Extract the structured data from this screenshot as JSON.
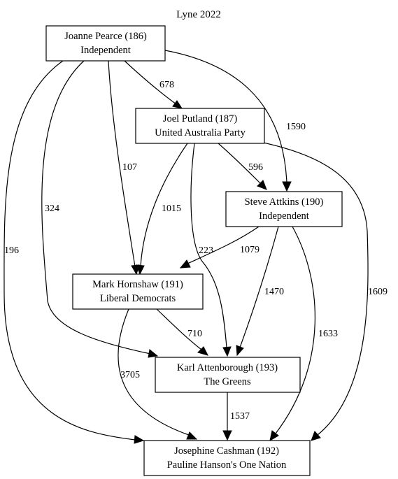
{
  "title": "Lyne 2022",
  "nodes": {
    "joanne": {
      "line1": "Joanne Pearce (186)",
      "line2": "Independent"
    },
    "joel": {
      "line1": "Joel Putland (187)",
      "line2": "United Australia Party"
    },
    "steve": {
      "line1": "Steve Attkins (190)",
      "line2": "Independent"
    },
    "mark": {
      "line1": "Mark Hornshaw (191)",
      "line2": "Liberal Democrats"
    },
    "karl": {
      "line1": "Karl Attenborough (193)",
      "line2": "The Greens"
    },
    "josephine": {
      "line1": "Josephine Cashman (192)",
      "line2": "Pauline Hanson's One Nation"
    }
  },
  "edges": {
    "joanne_joel": "678",
    "joanne_steve": "1590",
    "joanne_mark": "107",
    "joanne_karl": "324",
    "joanne_josephine": "196",
    "joel_steve": "596",
    "joel_mark": "1015",
    "joel_karl": "223",
    "joel_josephine": "1609",
    "steve_mark": "1079",
    "steve_karl": "1470",
    "steve_josephine": "1633",
    "mark_karl": "710",
    "mark_josephine": "3705",
    "karl_josephine": "1537"
  }
}
